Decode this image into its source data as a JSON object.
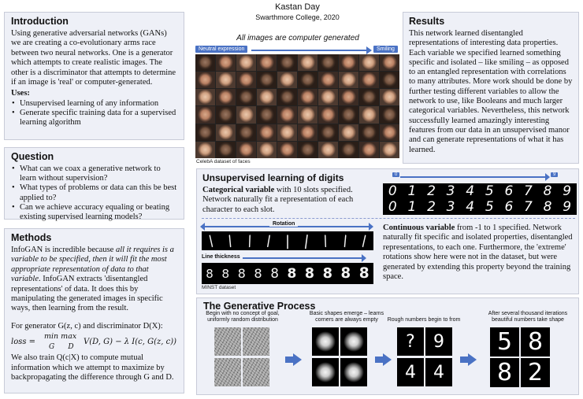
{
  "header": {
    "name": "Kastan Day",
    "institution": "Swarthmore College, 2020"
  },
  "introduction": {
    "title": "Introduction",
    "text": "Using generative adversarial networks (GANs) we are creating a co-evolutionary arms race between two neural networks.  One is a generator which attempts to create realistic images.  The other is a discriminator that attempts to determine if an image is 'real' or computer-generated.",
    "uses_label": "Uses:",
    "uses": [
      "Unsupervised learning of any information",
      "Generate specific training data for a supervised learning algorithm"
    ]
  },
  "question": {
    "title": "Question",
    "items": [
      "What can we coax a generative network to learn without supervision?",
      "What types of problems or data can this be best applied to?",
      "Can we achieve accuracy equaling or beating existing supervised learning models?"
    ]
  },
  "methods": {
    "title": "Methods",
    "p1_start": "InfoGAN is incredible because ",
    "p1_italic": "all it requires is a variable to be specified, then it will fit the most appropriate representation of data to that variable",
    "p1_end": ". InfoGAN extracts 'disentangled representations' of data.  It does this by manipulating the generated images in specific ways, then learning from the result.",
    "p2": "For generator G(z, c) and discriminator D(X):",
    "formula_lhs": "loss =",
    "formula_minmax": "min max",
    "formula_sub": "G      D",
    "formula_rhs": "V(D, G) − λ I(c, G(z, c))",
    "p3": "We also train Q(c|X) to compute mutual information which we attempt to maximize by backpropagating the difference through G and D."
  },
  "faces": {
    "title": "All images are computer generated",
    "left_label": "Neutral expression",
    "right_label": "Smiling",
    "caption": "CelebA dataset of faces"
  },
  "results": {
    "title": "Results",
    "text": "This network learned disentangled representations of interesting data properties.  Each variable we specified learned something specific and isolated – like smiling – as opposed to an entangled representation with correlations to many attributes.  More work should be done by further testing different variables to allow the network to use, like Booleans and much larger categorical variables. Nevertheless, this network successfully learned amazingly interesting features from our data in an unsupervised manor and can generate representations of what it has learned."
  },
  "digits": {
    "title": "Unsupervised learning of digits",
    "cat_bold": "Categorical variable",
    "cat_text": " with 10 slots specified. Network naturally fit a representation of each character to each slot.",
    "pill_start": "0",
    "pill_end": "9",
    "row1": [
      "0",
      "1",
      "2",
      "3",
      "4",
      "5",
      "6",
      "7",
      "8",
      "9"
    ],
    "row2": [
      "0",
      "1",
      "2",
      "3",
      "4",
      "5",
      "6",
      "7",
      "8",
      "9"
    ],
    "rotation_label": "Rotation",
    "thickness_label": "Line thickness",
    "rotation_glyphs": [
      "/",
      "/",
      "/",
      "/",
      "|",
      "|",
      "\\",
      "\\",
      "\\"
    ],
    "thickness_glyphs": [
      "8",
      "8",
      "8",
      "8",
      "8",
      "8",
      "8",
      "8",
      "8",
      "8"
    ],
    "caption": "MINST dataset",
    "cont_bold": "Continuous variable",
    "cont_text": " from -1 to 1 specified. Network naturally fit specific and isolated properties, disentangled representations, to each one.  Furthermore, the 'extreme' rotations show here were not in the dataset, but were generated by extending this property beyond the training space."
  },
  "generative": {
    "title": "The Generative Process",
    "step1": "Begin with no concept of goal, uniformly random distribution",
    "step2": "Basic shapes emerge – learns corners are always empty",
    "step3": "Rough numbers begin to from",
    "step4": "After several thousand iterations beautiful numbers take shape",
    "rough_digits": [
      "?",
      "9",
      "4",
      "4"
    ],
    "final_digits": [
      "5",
      "8",
      "8",
      "2"
    ]
  },
  "colors": {
    "accent": "#4a72c4",
    "panel": "#eef0f7"
  }
}
